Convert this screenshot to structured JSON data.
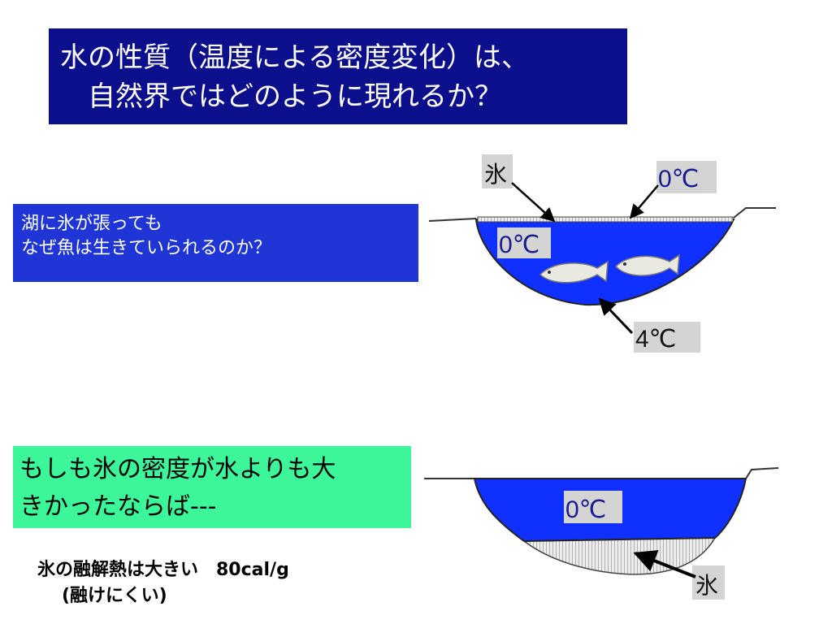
{
  "title": {
    "line1": "水の性質（温度による密度変化）は、",
    "line2": "自然界ではどのように現れるか？"
  },
  "question": {
    "line1": "湖に氷が張っても",
    "line2": "なぜ魚は生きていられるのか？"
  },
  "hypothesis": {
    "line1": "もしも氷の密度が水よりも大",
    "line2": "きかったならば---"
  },
  "note": {
    "line1": "氷の融解熱は大きい　80cal/g",
    "line2": "(融けにくい)"
  },
  "diagram_top": {
    "ice_label": "氷",
    "surface_temp": "0℃",
    "water_temp": "0℃",
    "bottom_temp": "4℃"
  },
  "diagram_bottom": {
    "water_temp": "0℃",
    "ice_label": "氷"
  },
  "colors": {
    "title_bg": "#0b0f8c",
    "question_bg": "#1f35d6",
    "hypothesis_bg": "#3cf79a",
    "water": "#1030ff",
    "label_bg": "#d4d4d4"
  }
}
